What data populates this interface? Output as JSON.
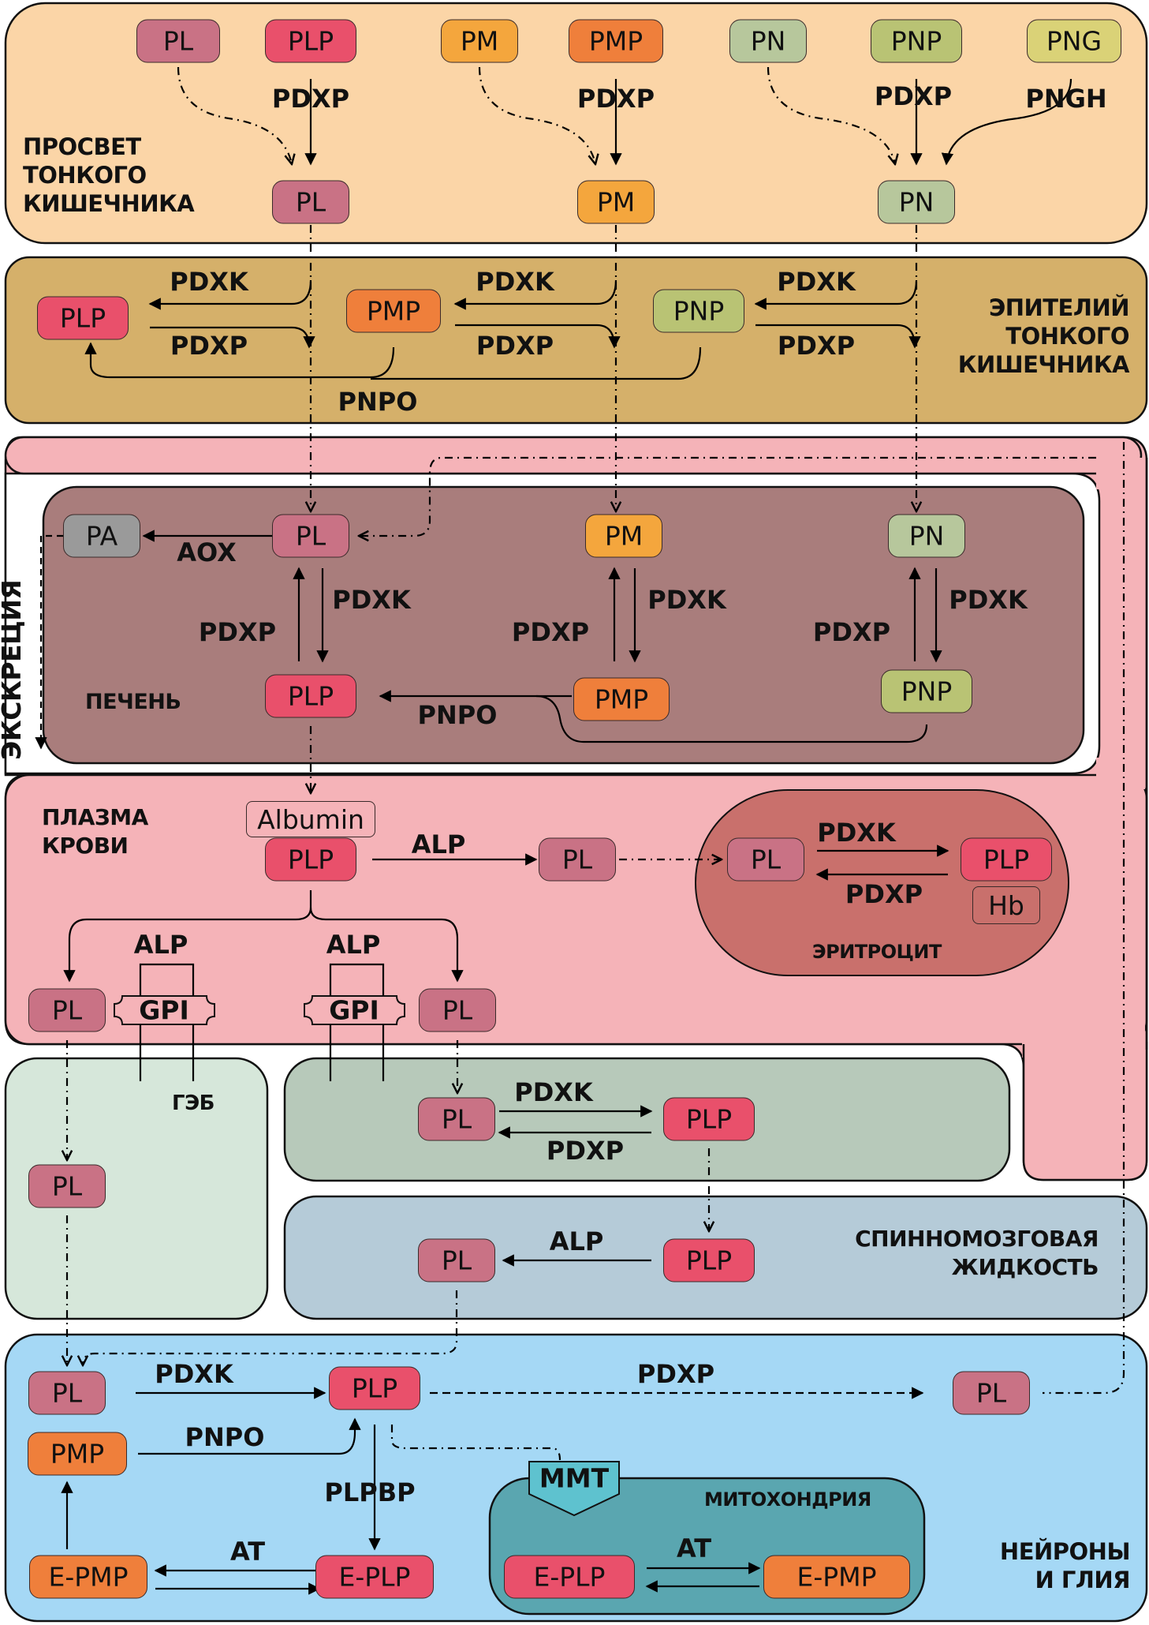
{
  "diagram_title": "Метаболизм витамина B6",
  "colors": {
    "lumen_bg": "#fbd5a7",
    "epithelium_bg": "#d5b06a",
    "blood_bg": "#f5b3b8",
    "liver_bg": "#a97d7c",
    "erythrocyte_bg": "#c9706c",
    "bbb_bg": "#d6e7da",
    "brain_bg": "#b7c9ba",
    "csf_bg": "#b5cbd8",
    "neurons_bg": "#a5d8f5",
    "mito_bg": "#5aa6b0",
    "mmt_bg": "#5ec2cf",
    "PL": "#c97285",
    "PLP": "#e9506b",
    "PM": "#f4a63d",
    "PMP": "#ef7f3b",
    "PN": "#b7c79c",
    "PNP": "#b9c374",
    "PNG": "#dad277",
    "PA": "#9a9a9a",
    "EPMP": "#ef7f3b",
    "EPLP": "#e9506b"
  },
  "regions": {
    "lumen": [
      "ПРОСВЕТ",
      "ТОНКОГО",
      "КИШЕЧНИКА"
    ],
    "epithelium": [
      "ЭПИТЕЛИЙ",
      "ТОНКОГО",
      "КИШЕЧНИКА"
    ],
    "liver": "ПЕЧЕНЬ",
    "excretion": "ЭКСКРЕЦИЯ",
    "plasma": [
      "ПЛАЗМА",
      "КРОВИ"
    ],
    "erythrocyte": "ЭРИТРОЦИТ",
    "bbb": "ГЭБ",
    "csf": [
      "СПИННОМОЗГОВАЯ",
      "ЖИДКОСТЬ"
    ],
    "neurons": [
      "НЕЙРОНЫ",
      "И ГЛИЯ"
    ],
    "mitochondria": "МИТОХОНДРИЯ"
  },
  "nodes": {
    "lumen_pl": "PL",
    "lumen_plp": "PLP",
    "lumen_pm": "PM",
    "lumen_pmp": "PMP",
    "lumen_pn": "PN",
    "lumen_pnp": "PNP",
    "lumen_png": "PNG",
    "lumen_pl2": "PL",
    "lumen_pm2": "PM",
    "lumen_pn2": "PN",
    "epi_plp": "PLP",
    "epi_pmp": "PMP",
    "epi_pnp": "PNP",
    "liver_pa": "PA",
    "liver_pl": "PL",
    "liver_pm": "PM",
    "liver_pn": "PN",
    "liver_plp": "PLP",
    "liver_pmp": "PMP",
    "liver_pnp": "PNP",
    "plasma_albumin": "Albumin",
    "plasma_plp": "PLP",
    "plasma_pl": "PL",
    "ery_pl": "PL",
    "ery_plp": "PLP",
    "ery_hb": "Hb",
    "plasma_pl_left": "PL",
    "plasma_gpi_left": "GPI",
    "plasma_gpi_right": "GPI",
    "plasma_pl_right": "PL",
    "bbb_pl": "PL",
    "brain_pl": "PL",
    "brain_plp": "PLP",
    "csf_pl": "PL",
    "csf_plp": "PLP",
    "neu_pl": "PL",
    "neu_plp": "PLP",
    "neu_pl_right": "PL",
    "neu_pmp": "PMP",
    "neu_epmp": "E-PMP",
    "neu_eplp": "E-PLP",
    "mito_mmt": "MMT",
    "mito_eplp": "E-PLP",
    "mito_epmp": "E-PMP"
  },
  "enzymes": {
    "lumen_pdxp_1": "PDXP",
    "lumen_pdxp_2": "PDXP",
    "lumen_pdxp_3": "PDXP",
    "lumen_pngh": "PNGH",
    "epi_pdxk_1": "PDXK",
    "epi_pdxk_2": "PDXK",
    "epi_pdxk_3": "PDXK",
    "epi_pdxp_1": "PDXP",
    "epi_pdxp_2": "PDXP",
    "epi_pdxp_3": "PDXP",
    "epi_pnpo": "PNPO",
    "liver_aox": "AOX",
    "liver_pdxk_1": "PDXK",
    "liver_pdxp_1": "PDXP",
    "liver_pdxk_2": "PDXK",
    "liver_pdxp_2": "PDXP",
    "liver_pdxk_3": "PDXK",
    "liver_pdxp_3": "PDXP",
    "liver_pnpo": "PNPO",
    "plasma_alp": "ALP",
    "ery_pdxk": "PDXK",
    "ery_pdxp": "PDXP",
    "plasma_alp_left": "ALP",
    "plasma_alp_right": "ALP",
    "brain_pdxk": "PDXK",
    "brain_pdxp": "PDXP",
    "csf_alp": "ALP",
    "neu_pdxk": "PDXK",
    "neu_pdxp": "PDXP",
    "neu_pnpo": "PNPO",
    "neu_plpbp": "PLPBP",
    "neu_at": "AT",
    "mito_at": "AT"
  }
}
